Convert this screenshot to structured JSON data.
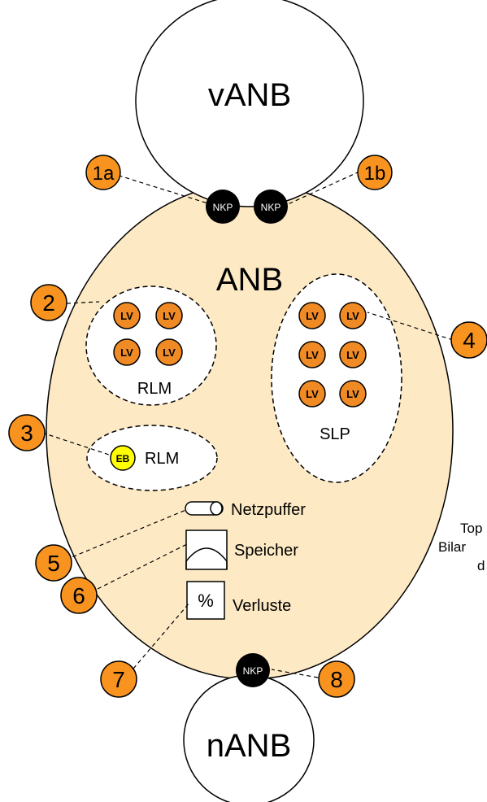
{
  "networks": {
    "upstream": "vANB",
    "main": "ANB",
    "downstream": "nANB"
  },
  "connection_point_label": "NKP",
  "groups": {
    "rlm_group": {
      "label": "RLM",
      "member": "LV"
    },
    "slp_group": {
      "label": "SLP",
      "member": "LV"
    },
    "feeder_group": {
      "label": "RLM",
      "member": "EB"
    }
  },
  "legend": {
    "net_buffer": "Netzpuffer",
    "storage": "Speicher",
    "losses": "Verluste",
    "losses_symbol": "%"
  },
  "markers": [
    "1a",
    "1b",
    "2",
    "3",
    "4",
    "5",
    "6",
    "7",
    "8"
  ],
  "side_text": [
    "Top",
    "Bilar",
    "d"
  ],
  "colors": {
    "anb_fill": "#fde9c4",
    "marker_orange": "#f7931e",
    "lv_orange": "#f08a24",
    "eb_yellow": "#ffff00",
    "nkp_black": "#000000",
    "outline": "#000000"
  }
}
